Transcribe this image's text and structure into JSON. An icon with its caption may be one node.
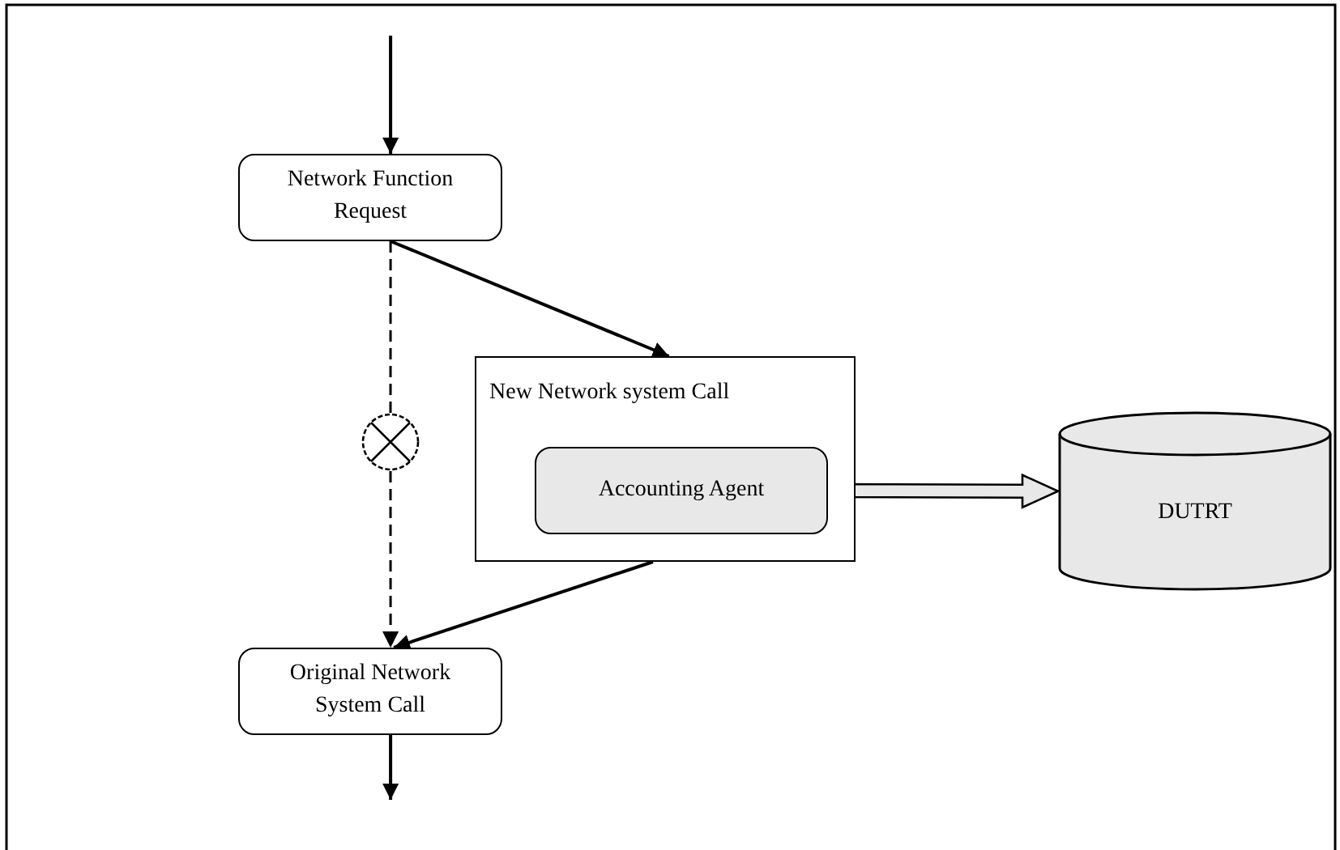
{
  "diagram": {
    "nodes": [
      {
        "text": [
          "Network Function Request"
        ]
      },
      {
        "text": [
          "New Network system Call"
        ]
      },
      {
        "text": [
          "Accounting Agent"
        ],
        "in": 1
      },
      {
        "text": [],
        "shape": "circle"
      },
      {
        "text": [
          "DUTRT"
        ]
      },
      {
        "text": [
          "Original Network System Call"
        ]
      }
    ],
    "edges": [
      {
        "from": null,
        "to": 0,
        "arrow": "to"
      },
      {
        "from": 0,
        "to": 1,
        "arrow": "to"
      },
      {
        "from": 0,
        "to": 3,
        "arrow": "none",
        "style": "dashed"
      },
      {
        "from": 3,
        "to": 5,
        "arrow": "to",
        "style": "dashed"
      },
      {
        "from": 1,
        "to": 5,
        "arrow": "to"
      },
      {
        "from": 2,
        "to": 4,
        "arrow": "to",
        "style": "thick"
      },
      {
        "from": 5,
        "to": null,
        "arrow": "to"
      }
    ]
  }
}
